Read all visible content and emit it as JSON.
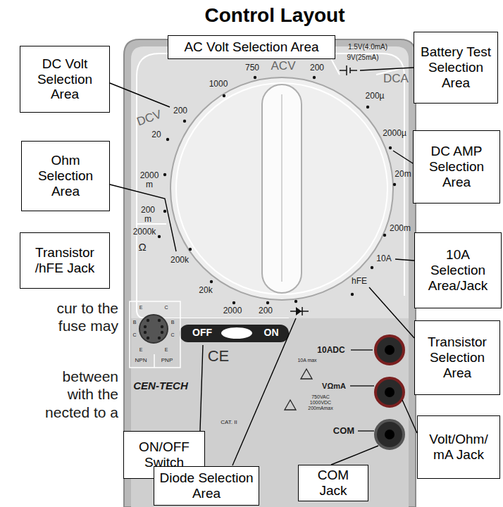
{
  "diagram": {
    "title": "Control Layout",
    "nodes": [
      {
        "text": [
          "DC Volt Selection Area"
        ]
      },
      {
        "text": [
          "AC Volt Selection Area"
        ]
      },
      {
        "text": [
          "Battery Test Selection Area"
        ]
      },
      {
        "text": [
          "Ohm Selection Area"
        ]
      },
      {
        "text": [
          "DC AMP Selection Area"
        ]
      },
      {
        "text": [
          "Transistor /hFE Jack"
        ]
      },
      {
        "text": [
          "10A Selection Area/Jack"
        ]
      },
      {
        "text": [
          "Transistor Selection Area"
        ]
      },
      {
        "text": [
          "ON/OFF Switch"
        ]
      },
      {
        "text": [
          "Volt/Ohm/ mA Jack"
        ]
      },
      {
        "text": [
          "Diode Selection Area"
        ]
      },
      {
        "text": [
          "COM Jack"
        ]
      }
    ],
    "labels": [
      "DCV",
      "200",
      "1000",
      "20",
      "2000 m",
      "200 m",
      "750",
      "ACV",
      "200",
      "1.5V(4.0mA)",
      "9V(25mA)",
      "DCA",
      "200µ",
      "2000µ",
      "20m",
      "200m",
      "10A",
      "hFE",
      "2000k",
      "Ω",
      "200k",
      "20k",
      "2000",
      "200",
      "OFF",
      "ON",
      "CE",
      "CEN-TECH",
      "NPN",
      "PNP",
      "E",
      "C",
      "B",
      "B",
      "C",
      "C",
      "E",
      "E",
      "10ADC",
      "10A max",
      "VΩmA",
      "750VAC 1000VDC 200mAmax",
      "COM",
      "CAT. II",
      "cur to the",
      "fuse may",
      "between",
      "with the",
      "nected to a"
    ]
  }
}
